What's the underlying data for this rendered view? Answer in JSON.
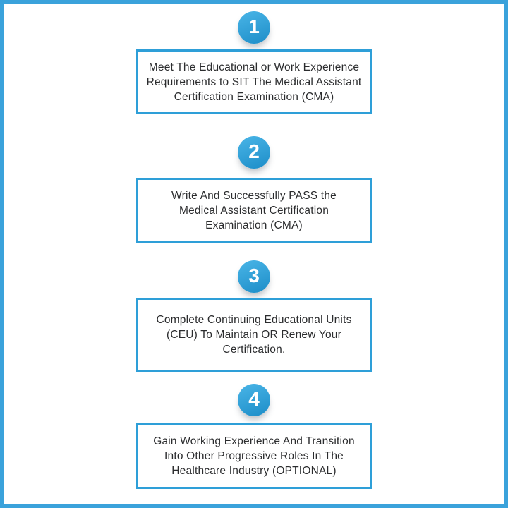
{
  "colors": {
    "frame": "#3aa2db",
    "box_border": "#2e9fd8",
    "circle_top": "#45b1e4",
    "circle_bottom": "#2191cb",
    "text": "#2b2c2e",
    "number": "#ffffff",
    "background": "#ffffff"
  },
  "steps": [
    {
      "number": "1",
      "text": "Meet The Educational or Work Experience Requirements to SIT The Medical Assistant Certification Examination (CMA)",
      "lines": [
        "Meet The Educational or Work Experience",
        "Requirements to SIT The Medical Assistant",
        "Certification Examination (CMA)"
      ]
    },
    {
      "number": "2",
      "text": "Write And Successfully PASS the Medical Assistant Certification Examination (CMA)",
      "lines": [
        "Write And Successfully PASS the",
        "Medical Assistant Certification",
        "Examination (CMA)"
      ]
    },
    {
      "number": "3",
      "text": "Complete Continuing Educational Units (CEU) To Maintain OR Renew Your Certification.",
      "lines": [
        "Complete Continuing Educational Units",
        "(CEU) To Maintain OR Renew Your",
        "Certification."
      ]
    },
    {
      "number": "4",
      "text": "Gain Working Experience And Transition Into Other Progressive Roles In The Healthcare Industry (OPTIONAL)",
      "lines": [
        "Gain Working Experience And Transition",
        "Into Other Progressive Roles In The",
        "Healthcare Industry (OPTIONAL)"
      ]
    }
  ]
}
